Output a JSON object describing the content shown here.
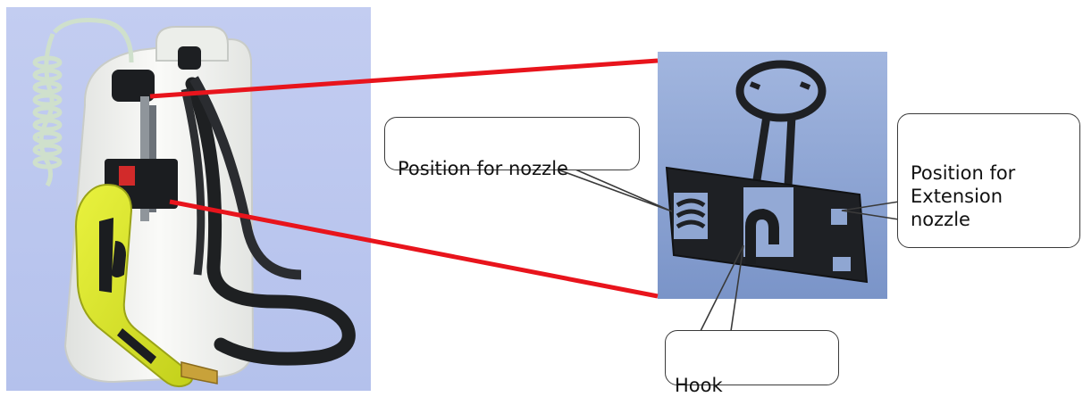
{
  "callouts": {
    "nozzle": "Position for nozzle",
    "extension": "Position for\nExtension\nnozzle",
    "hook": "Hook"
  },
  "colors": {
    "leader_line": "#e8141c",
    "photo_background": "#bcc8ef",
    "detail_background": "#8ea6d3",
    "bracket": "#1e2024",
    "sprayer_body": "#d9e62a",
    "tank": "#f4f5f3"
  }
}
